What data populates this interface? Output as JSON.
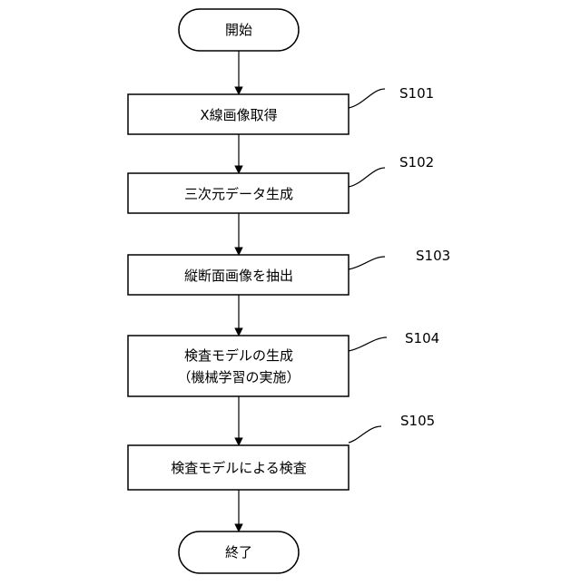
{
  "flowchart": {
    "start": {
      "label": "開始"
    },
    "end": {
      "label": "終了"
    },
    "steps": [
      {
        "id": "S101",
        "lines": [
          "X線画像取得"
        ]
      },
      {
        "id": "S102",
        "lines": [
          "三次元データ生成"
        ]
      },
      {
        "id": "S103",
        "lines": [
          "縦断面画像を抽出"
        ]
      },
      {
        "id": "S104",
        "lines": [
          "検査モデルの生成",
          "（機械学習の実施）"
        ]
      },
      {
        "id": "S105",
        "lines": [
          "検査モデルによる検査"
        ]
      }
    ]
  }
}
